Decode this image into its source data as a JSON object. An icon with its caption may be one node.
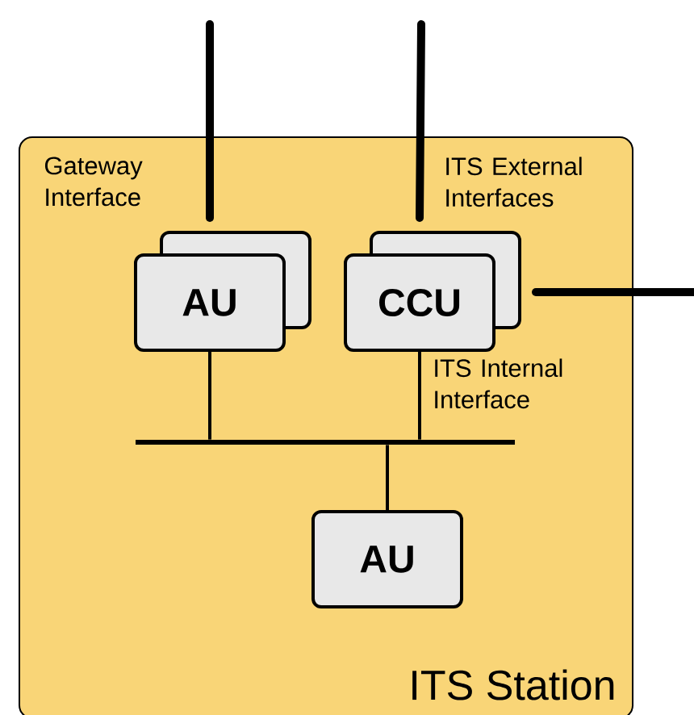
{
  "diagram": {
    "nodes": [
      {
        "text": [
          "ITS Station"
        ]
      },
      {
        "text": [
          "AU"
        ],
        "in": 0
      },
      {
        "text": [
          "CCU"
        ],
        "in": 0
      },
      {
        "text": [],
        "shape": "bar",
        "in": 0
      },
      {
        "text": [
          "AU"
        ],
        "in": 0
      }
    ],
    "edges": [
      {
        "from": null,
        "to": 1,
        "arrow": "none",
        "style": "thick"
      },
      {
        "from": null,
        "to": 2,
        "arrow": "none",
        "style": "thick"
      },
      {
        "from": 2,
        "to": null,
        "arrow": "none",
        "style": "thick"
      },
      {
        "from": 1,
        "to": 3,
        "arrow": "none"
      },
      {
        "from": 2,
        "to": 3,
        "arrow": "none"
      },
      {
        "from": 3,
        "to": 4,
        "arrow": "none"
      }
    ],
    "labels": [
      "Gateway Interface",
      "ITS External Interfaces",
      "ITS Internal Interface"
    ]
  }
}
